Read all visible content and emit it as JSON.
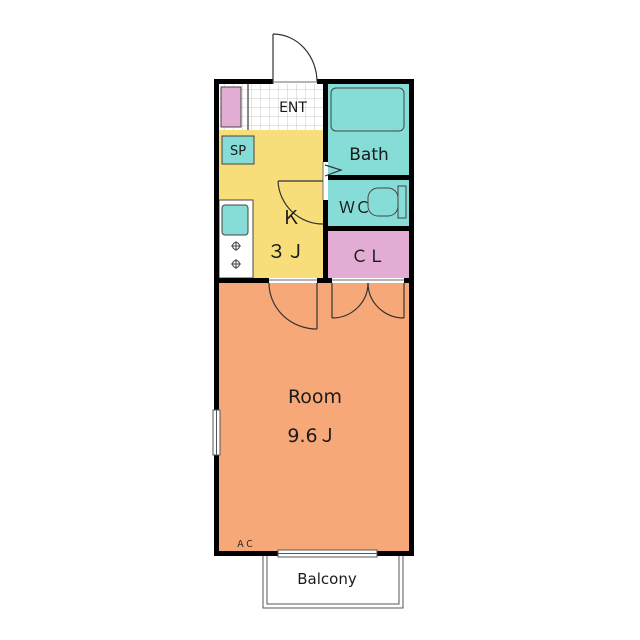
{
  "rooms": {
    "entrance": {
      "label": "ENT"
    },
    "shoe_storage": {
      "label": "SP"
    },
    "bath": {
      "label": "Bath"
    },
    "toilet": {
      "label": "ＷＣ"
    },
    "closet": {
      "label": "ＣＬ"
    },
    "kitchen": {
      "label": "Ｋ",
      "size": "３Ｊ"
    },
    "main_room": {
      "label": "Room",
      "size": "9.6Ｊ"
    },
    "balcony": {
      "label": "Balcony"
    }
  },
  "fixtures": {
    "aircon": "ＡＣ"
  },
  "colors": {
    "wall": "#000000",
    "kitchen": "#f7de7a",
    "room": "#f6a878",
    "wet_areas": "#86dcd6",
    "closet": "#e3acd4",
    "entrance_floor": "#ffffff"
  }
}
